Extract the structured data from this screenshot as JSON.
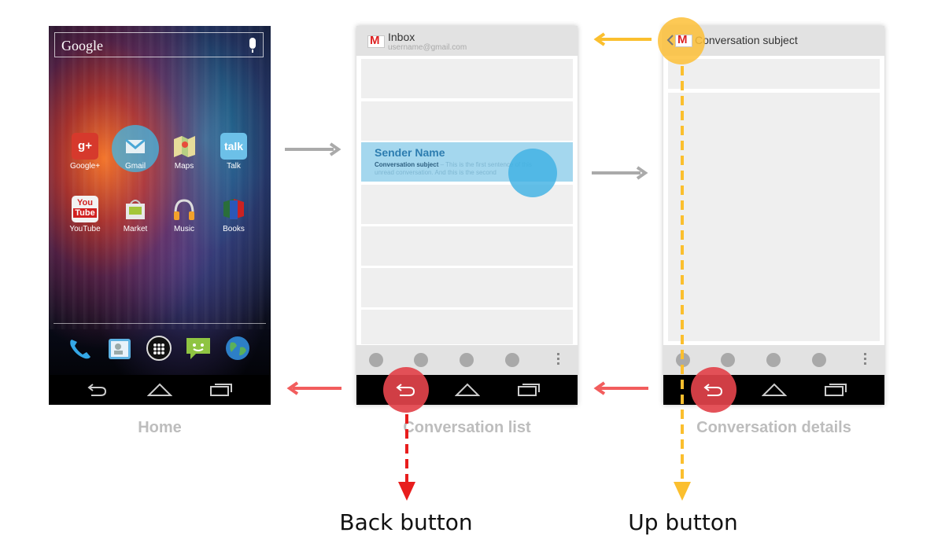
{
  "home": {
    "search_label": "Google",
    "apps": [
      {
        "label": "Google+",
        "icon": "google-plus-icon",
        "glyph": "g+",
        "color": "#d6392c"
      },
      {
        "label": "Gmail",
        "icon": "gmail-icon",
        "glyph": "M",
        "color": "#ffffff"
      },
      {
        "label": "Maps",
        "icon": "maps-icon",
        "glyph": "",
        "color": "#e8d47a"
      },
      {
        "label": "Talk",
        "icon": "talk-icon",
        "glyph": "talk",
        "color": "#2aa6e0"
      },
      {
        "label": "YouTube",
        "icon": "youtube-icon",
        "glyph": "You Tube",
        "color": "#d12020"
      },
      {
        "label": "Market",
        "icon": "market-icon",
        "glyph": "",
        "color": "#e9e9e9"
      },
      {
        "label": "Music",
        "icon": "music-icon",
        "glyph": "",
        "color": "#555555"
      },
      {
        "label": "Books",
        "icon": "books-icon",
        "glyph": "",
        "color": "#2b58b8"
      }
    ],
    "dock": [
      "phone-icon",
      "contacts-icon",
      "app-drawer-icon",
      "messaging-icon",
      "browser-icon"
    ],
    "caption": "Home"
  },
  "list": {
    "title": "Inbox",
    "subtitle": "username@gmail.com",
    "selected_sender": "Sender Name",
    "selected_subject": "Conversation subject",
    "selected_snippet": " – This is the first sentence of this unread conversation. And this is the second",
    "caption": "Conversation list"
  },
  "details": {
    "title": "Conversation subject",
    "caption": "Conversation details"
  },
  "annotations": {
    "back": "Back button",
    "up": "Up button"
  },
  "colors": {
    "red": "#f25d5d",
    "yellow": "#fbbf2e",
    "gray_arrow": "#a9a9a9",
    "blue_touch": "#3cb0e4"
  }
}
